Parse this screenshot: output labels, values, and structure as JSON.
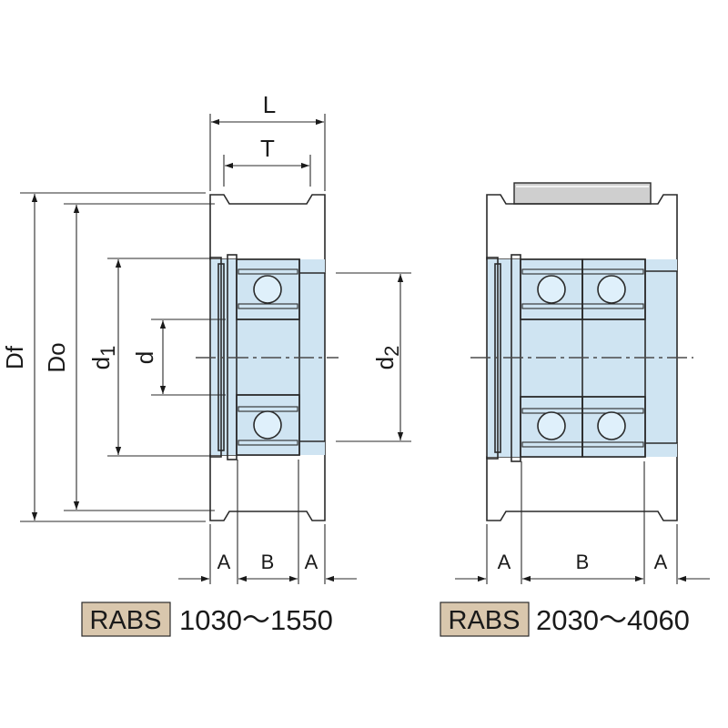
{
  "left_figure": {
    "dims": {
      "L": "L",
      "T": "T",
      "Df": "Df",
      "Do": "Do",
      "d1_base": "d",
      "d1_sub": "1",
      "d": "d",
      "d2_base": "d",
      "d2_sub": "2",
      "A_left": "A",
      "B": "B",
      "A_right": "A"
    },
    "caption": {
      "badge": "RABS",
      "range": "1030～1550"
    }
  },
  "right_figure": {
    "dims": {
      "A_left": "A",
      "B": "B",
      "A_right": "A"
    },
    "caption": {
      "badge": "RABS",
      "range": "2030～4060"
    }
  },
  "colors": {
    "housing_fill": "#a9cbe3",
    "light_fill": "#cfe4f2",
    "ball_fill": "#dff0fb",
    "badge_fill": "#d9c7ad",
    "line": "#2a2a2a"
  }
}
